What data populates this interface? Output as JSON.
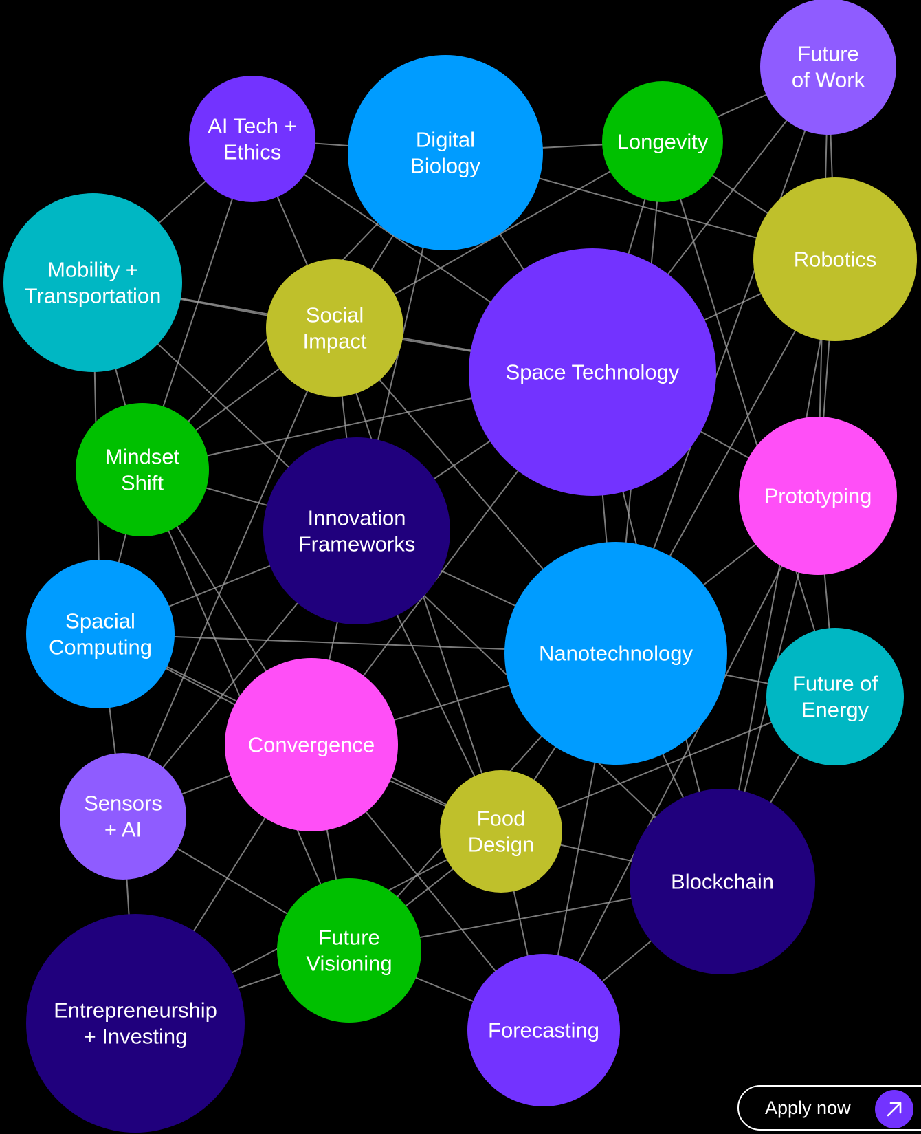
{
  "nodes": [
    {
      "id": "future-of-work",
      "lines": [
        "Future",
        "of Work"
      ],
      "color": "#8f5cff"
    },
    {
      "id": "ai-tech-ethics",
      "lines": [
        "AI Tech +",
        "Ethics"
      ],
      "color": "#7333ff"
    },
    {
      "id": "digital-biology",
      "lines": [
        "Digital",
        "Biology"
      ],
      "color": "#009cff"
    },
    {
      "id": "longevity",
      "lines": [
        "Longevity"
      ],
      "color": "#00c000"
    },
    {
      "id": "robotics",
      "lines": [
        "Robotics"
      ],
      "color": "#bfc02b"
    },
    {
      "id": "mobility-transportation",
      "lines": [
        "Mobility +",
        "Transportation"
      ],
      "color": "#00b7c3"
    },
    {
      "id": "social-impact",
      "lines": [
        "Social",
        "Impact"
      ],
      "color": "#bfc02b"
    },
    {
      "id": "space-technology",
      "lines": [
        "Space Technology"
      ],
      "color": "#7333ff"
    },
    {
      "id": "mindset-shift",
      "lines": [
        "Mindset",
        "Shift"
      ],
      "color": "#00c000"
    },
    {
      "id": "innovation-frameworks",
      "lines": [
        "Innovation",
        "Frameworks"
      ],
      "color": "#20007d"
    },
    {
      "id": "prototyping",
      "lines": [
        "Prototyping"
      ],
      "color": "#ff4ff7"
    },
    {
      "id": "spacial-computing",
      "lines": [
        "Spacial",
        "Computing"
      ],
      "color": "#009cff"
    },
    {
      "id": "nanotechnology",
      "lines": [
        "Nanotechnology"
      ],
      "color": "#009cff"
    },
    {
      "id": "future-of-energy",
      "lines": [
        "Future of",
        "Energy"
      ],
      "color": "#00b7c3"
    },
    {
      "id": "convergence",
      "lines": [
        "Convergence"
      ],
      "color": "#ff4ff7"
    },
    {
      "id": "sensors-ai",
      "lines": [
        "Sensors",
        "+ AI"
      ],
      "color": "#8f5cff"
    },
    {
      "id": "food-design",
      "lines": [
        "Food",
        "Design"
      ],
      "color": "#bfc02b"
    },
    {
      "id": "blockchain",
      "lines": [
        "Blockchain"
      ],
      "color": "#20007d"
    },
    {
      "id": "future-visioning",
      "lines": [
        "Future",
        "Visioning"
      ],
      "color": "#00c000"
    },
    {
      "id": "entrepreneurship-investing",
      "lines": [
        "Entrepreneurship",
        "+ Investing"
      ],
      "color": "#20007d"
    },
    {
      "id": "forecasting",
      "lines": [
        "Forecasting"
      ],
      "color": "#7333ff"
    }
  ],
  "edges": [
    [
      "ai-tech-ethics",
      "digital-biology"
    ],
    [
      "digital-biology",
      "longevity"
    ],
    [
      "longevity",
      "future-of-work"
    ],
    [
      "future-of-work",
      "robotics"
    ],
    [
      "future-of-work",
      "space-technology"
    ],
    [
      "future-of-work",
      "prototyping"
    ],
    [
      "future-of-work",
      "nanotechnology"
    ],
    [
      "ai-tech-ethics",
      "mobility-transportation"
    ],
    [
      "ai-tech-ethics",
      "social-impact"
    ],
    [
      "ai-tech-ethics",
      "space-technology"
    ],
    [
      "ai-tech-ethics",
      "mindset-shift"
    ],
    [
      "digital-biology",
      "robotics"
    ],
    [
      "digital-biology",
      "space-technology"
    ],
    [
      "digital-biology",
      "social-impact"
    ],
    [
      "digital-biology",
      "innovation-frameworks"
    ],
    [
      "digital-biology",
      "mindset-shift"
    ],
    [
      "longevity",
      "robotics"
    ],
    [
      "longevity",
      "social-impact"
    ],
    [
      "longevity",
      "future-of-energy"
    ],
    [
      "longevity",
      "nanotechnology"
    ],
    [
      "longevity",
      "space-technology"
    ],
    [
      "robotics",
      "prototyping"
    ],
    [
      "robotics",
      "space-technology"
    ],
    [
      "robotics",
      "nanotechnology"
    ],
    [
      "robotics",
      "blockchain"
    ],
    [
      "mobility-transportation",
      "social-impact"
    ],
    [
      "mobility-transportation",
      "mindset-shift"
    ],
    [
      "mobility-transportation",
      "spacial-computing"
    ],
    [
      "mobility-transportation",
      "innovation-frameworks"
    ],
    [
      "mobility-transportation",
      "space-technology"
    ],
    [
      "social-impact",
      "space-technology"
    ],
    [
      "social-impact",
      "mindset-shift"
    ],
    [
      "social-impact",
      "innovation-frameworks"
    ],
    [
      "social-impact",
      "nanotechnology"
    ],
    [
      "social-impact",
      "food-design"
    ],
    [
      "social-impact",
      "sensors-ai"
    ],
    [
      "space-technology",
      "mindset-shift"
    ],
    [
      "space-technology",
      "nanotechnology"
    ],
    [
      "space-technology",
      "prototyping"
    ],
    [
      "space-technology",
      "convergence"
    ],
    [
      "space-technology",
      "innovation-frameworks"
    ],
    [
      "space-technology",
      "blockchain"
    ],
    [
      "mindset-shift",
      "spacial-computing"
    ],
    [
      "mindset-shift",
      "innovation-frameworks"
    ],
    [
      "mindset-shift",
      "convergence"
    ],
    [
      "mindset-shift",
      "future-visioning"
    ],
    [
      "innovation-frameworks",
      "spacial-computing"
    ],
    [
      "innovation-frameworks",
      "nanotechnology"
    ],
    [
      "innovation-frameworks",
      "food-design"
    ],
    [
      "innovation-frameworks",
      "blockchain"
    ],
    [
      "innovation-frameworks",
      "convergence"
    ],
    [
      "innovation-frameworks",
      "sensors-ai"
    ],
    [
      "prototyping",
      "nanotechnology"
    ],
    [
      "prototyping",
      "future-of-energy"
    ],
    [
      "prototyping",
      "blockchain"
    ],
    [
      "prototyping",
      "forecasting"
    ],
    [
      "spacial-computing",
      "nanotechnology"
    ],
    [
      "spacial-computing",
      "convergence"
    ],
    [
      "spacial-computing",
      "sensors-ai"
    ],
    [
      "spacial-computing",
      "food-design"
    ],
    [
      "nanotechnology",
      "future-of-energy"
    ],
    [
      "nanotechnology",
      "convergence"
    ],
    [
      "nanotechnology",
      "food-design"
    ],
    [
      "nanotechnology",
      "blockchain"
    ],
    [
      "nanotechnology",
      "forecasting"
    ],
    [
      "nanotechnology",
      "future-visioning"
    ],
    [
      "future-of-energy",
      "food-design"
    ],
    [
      "future-of-energy",
      "blockchain"
    ],
    [
      "convergence",
      "sensors-ai"
    ],
    [
      "convergence",
      "food-design"
    ],
    [
      "convergence",
      "future-visioning"
    ],
    [
      "convergence",
      "forecasting"
    ],
    [
      "convergence",
      "entrepreneurship-investing"
    ],
    [
      "sensors-ai",
      "future-visioning"
    ],
    [
      "sensors-ai",
      "entrepreneurship-investing"
    ],
    [
      "food-design",
      "blockchain"
    ],
    [
      "food-design",
      "future-visioning"
    ],
    [
      "food-design",
      "forecasting"
    ],
    [
      "blockchain",
      "forecasting"
    ],
    [
      "blockchain",
      "future-visioning"
    ],
    [
      "future-visioning",
      "forecasting"
    ],
    [
      "future-visioning",
      "entrepreneurship-investing"
    ],
    [
      "entrepreneurship-investing",
      "food-design"
    ]
  ],
  "cta": {
    "label": "Apply now",
    "icon": "arrow-up-right-icon",
    "icon_bg": "#7333ff"
  }
}
